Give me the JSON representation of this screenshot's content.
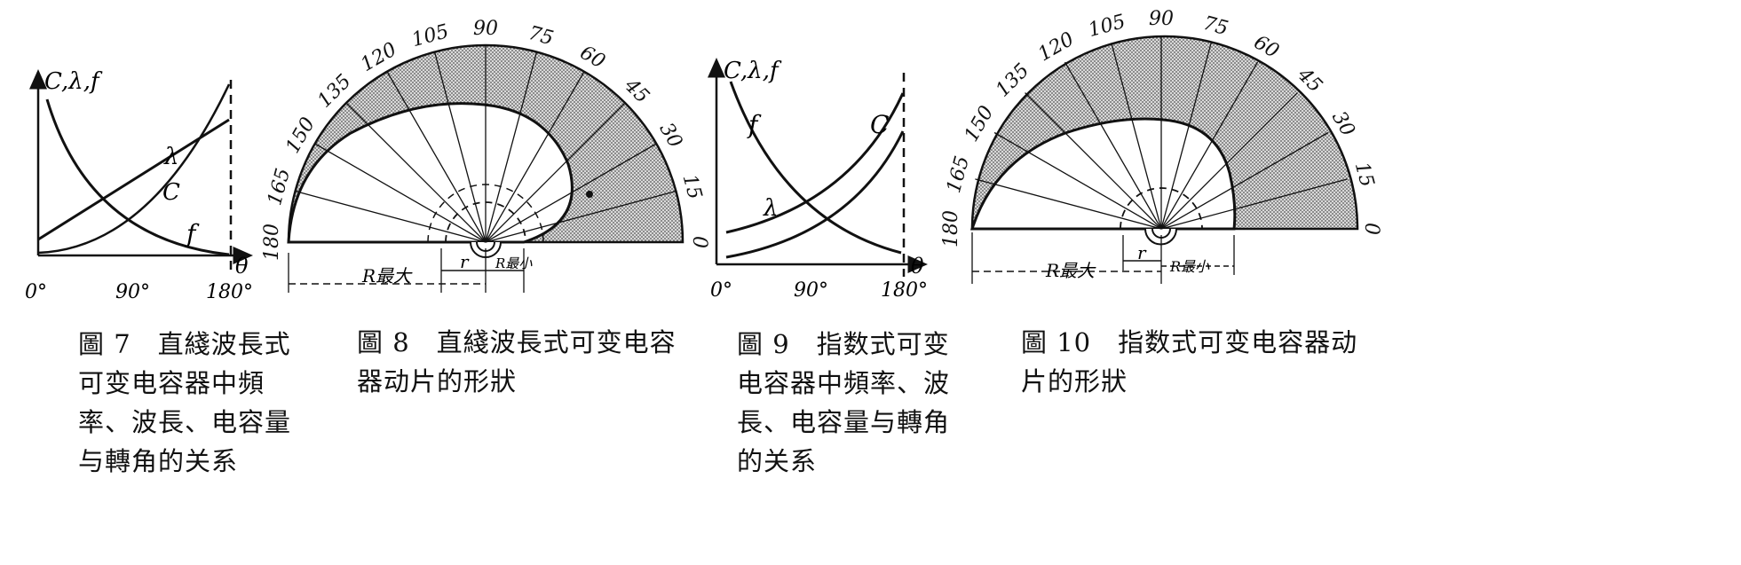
{
  "figures": [
    {
      "id": "fig7",
      "caption": "圖 7　直綫波長式可变电容器中頻率、波長、电容量与轉角的关系",
      "caption_lines": [
        "圖 7　直綫波長式",
        "可变电容器中頻",
        "率、波長、电容量",
        "与轉角的关系"
      ],
      "y_axis_label": "C,λ,f",
      "x_axis_label": "θ",
      "x_ticks": [
        "0°",
        "90°",
        "180°"
      ],
      "curve_labels": [
        "λ",
        "C",
        "f"
      ]
    },
    {
      "id": "fig8",
      "caption": "圖 8　直綫波長式可变电容器动片的形狀",
      "caption_lines": [
        "圖 8　直綫波長式可变电容",
        "器动片的形狀"
      ],
      "angle_ticks": [
        "180",
        "165",
        "150",
        "135",
        "120",
        "105",
        "90",
        "75",
        "60",
        "45",
        "30",
        "15",
        "0"
      ],
      "dim_labels": {
        "r_max": "R最大",
        "r": "r",
        "r_min": "R最小"
      }
    },
    {
      "id": "fig9",
      "caption": "圖 9　指数式可变电容器中頻率、波長、电容量与轉角的关系",
      "caption_lines": [
        "圖 9　指数式可变",
        "电容器中頻率、波",
        "長、电容量与轉角",
        "的关系"
      ],
      "y_axis_label": "C,λ,f",
      "x_axis_label": "θ",
      "x_ticks": [
        "0°",
        "90°",
        "180°"
      ],
      "curve_labels": [
        "f",
        "C",
        "λ"
      ]
    },
    {
      "id": "fig10",
      "caption": "圖 10　指数式可变电容器动片的形狀",
      "caption_lines": [
        "圖 10　指数式可变电容器动",
        "片的形狀"
      ],
      "angle_ticks": [
        "180",
        "165",
        "150",
        "135",
        "120",
        "105",
        "90",
        "75",
        "60",
        "45",
        "30",
        "15",
        "0"
      ],
      "dim_labels": {
        "r_max": "R最大",
        "r": "r",
        "r_min": "R最小"
      }
    }
  ],
  "colors": {
    "ink": "#111111",
    "shade": "#9a9a9a"
  }
}
